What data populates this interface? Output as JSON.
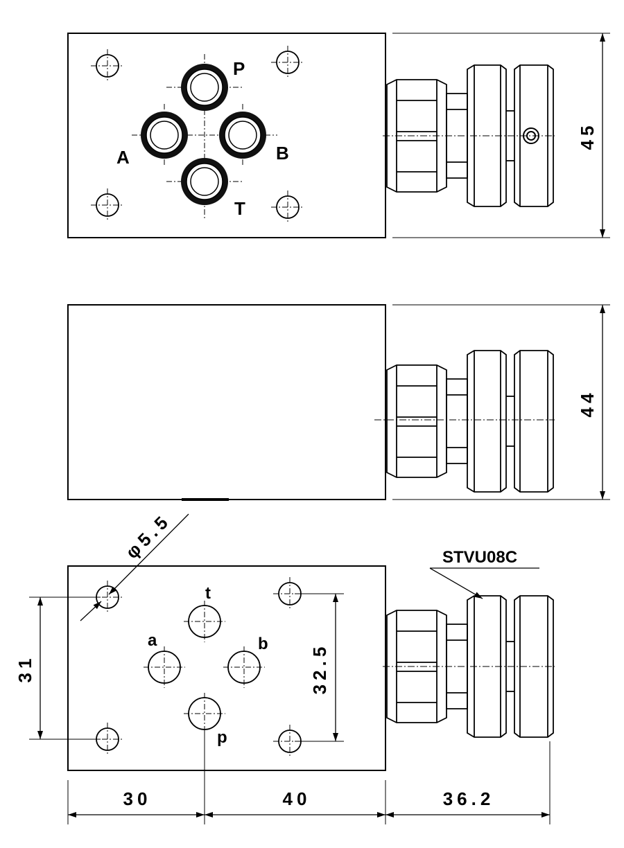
{
  "top_view": {
    "ports": {
      "p": "P",
      "a": "A",
      "b": "B",
      "t": "T"
    },
    "height_dim": "45"
  },
  "side_view": {
    "height_dim": "44"
  },
  "bottom_view": {
    "hole_diameter": "φ5.5",
    "pilot_ports": {
      "p": "p",
      "a": "a",
      "b": "b",
      "t": "t"
    },
    "dim_vertical_left": "31",
    "dim_vertical_right": "32.5",
    "dim_bottom_1": "30",
    "dim_bottom_2": "40",
    "dim_bottom_3": "36.2",
    "part_number": "STVU08C"
  }
}
